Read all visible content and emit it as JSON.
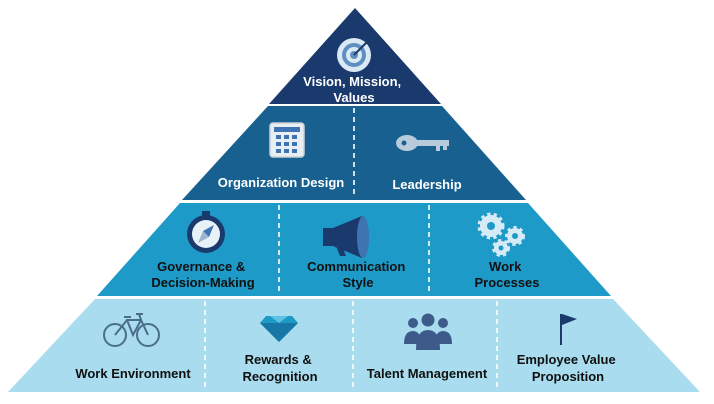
{
  "tiers": [
    {
      "sections": [
        {
          "lines": [
            "Vision, Mission,",
            "Values"
          ],
          "icon": "target-icon"
        }
      ],
      "color": "#1a3a6e"
    },
    {
      "sections": [
        {
          "lines": [
            "Organization Design"
          ],
          "icon": "calendar-icon"
        },
        {
          "lines": [
            "Leadership"
          ],
          "icon": "key-icon"
        }
      ],
      "color": "#17608f"
    },
    {
      "sections": [
        {
          "lines": [
            "Governance  &",
            "Decision-Making"
          ],
          "icon": "compass-icon"
        },
        {
          "lines": [
            "Communication",
            "Style"
          ],
          "icon": "megaphone-icon"
        },
        {
          "lines": [
            "Work",
            "Processes"
          ],
          "icon": "gears-icon"
        }
      ],
      "color": "#1d9ac7"
    },
    {
      "sections": [
        {
          "lines": [
            "Work Environment"
          ],
          "icon": "bicycle-icon"
        },
        {
          "lines": [
            "Rewards &",
            "Recognition"
          ],
          "icon": "diamond-icon"
        },
        {
          "lines": [
            "Talent Management"
          ],
          "icon": "people-icon"
        },
        {
          "lines": [
            "Employee Value",
            "Proposition"
          ],
          "icon": "flag-icon"
        }
      ],
      "color": "#a8dcee"
    }
  ]
}
